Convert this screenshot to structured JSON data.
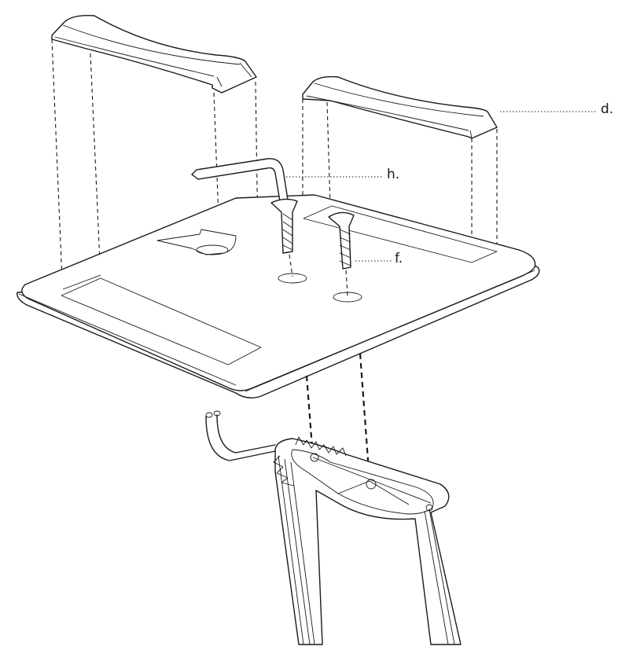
{
  "callouts": {
    "d": "d.",
    "h": "h.",
    "f": "f."
  }
}
